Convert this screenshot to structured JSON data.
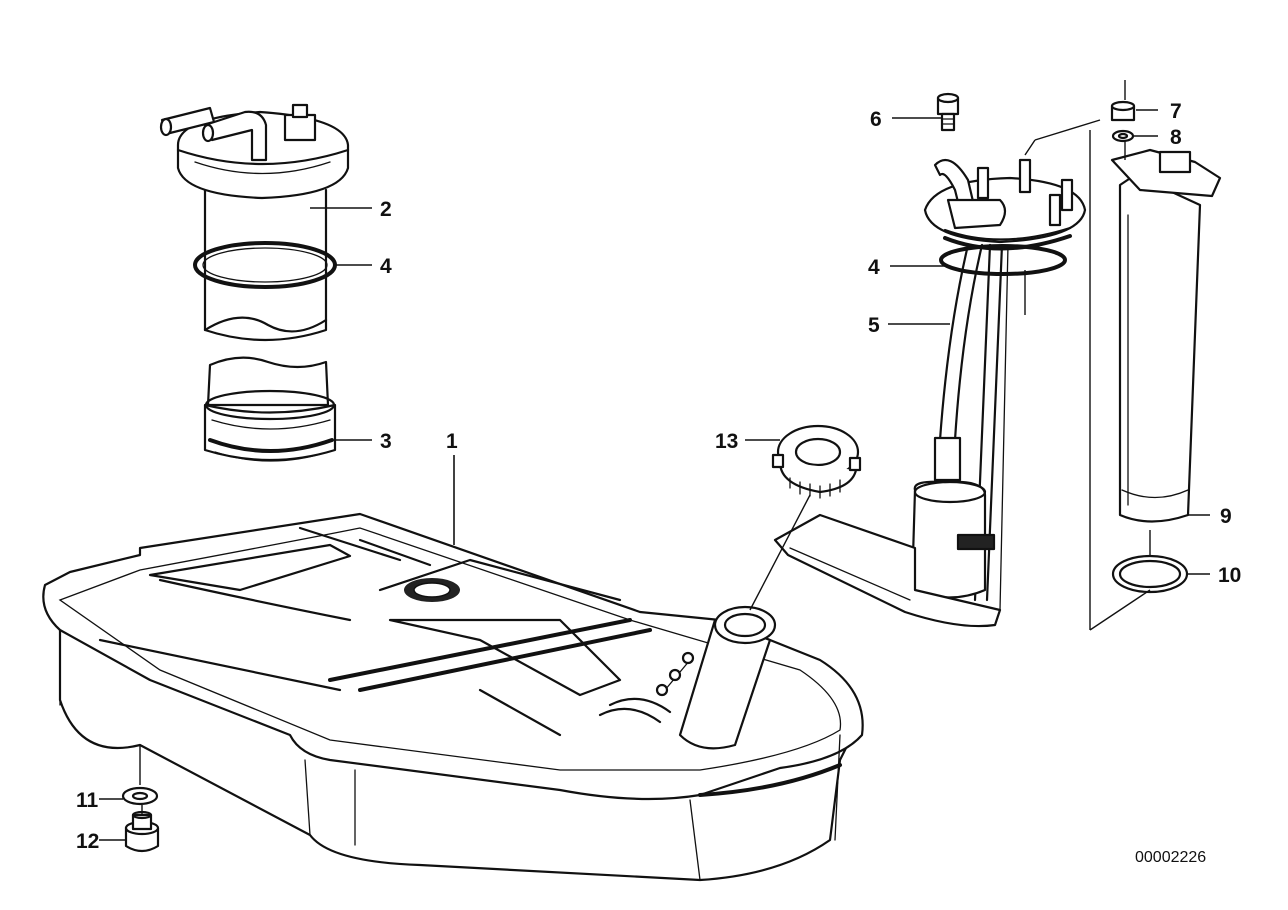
{
  "callouts": [
    {
      "id": "1",
      "label": "1"
    },
    {
      "id": "2",
      "label": "2"
    },
    {
      "id": "3",
      "label": "3"
    },
    {
      "id": "4a",
      "label": "4"
    },
    {
      "id": "4b",
      "label": "4"
    },
    {
      "id": "5",
      "label": "5"
    },
    {
      "id": "6",
      "label": "6"
    },
    {
      "id": "7",
      "label": "7"
    },
    {
      "id": "8",
      "label": "8"
    },
    {
      "id": "9",
      "label": "9"
    },
    {
      "id": "10",
      "label": "10"
    },
    {
      "id": "11",
      "label": "11"
    },
    {
      "id": "12",
      "label": "12"
    },
    {
      "id": "13",
      "label": "13"
    }
  ],
  "reference_number": "00002226"
}
